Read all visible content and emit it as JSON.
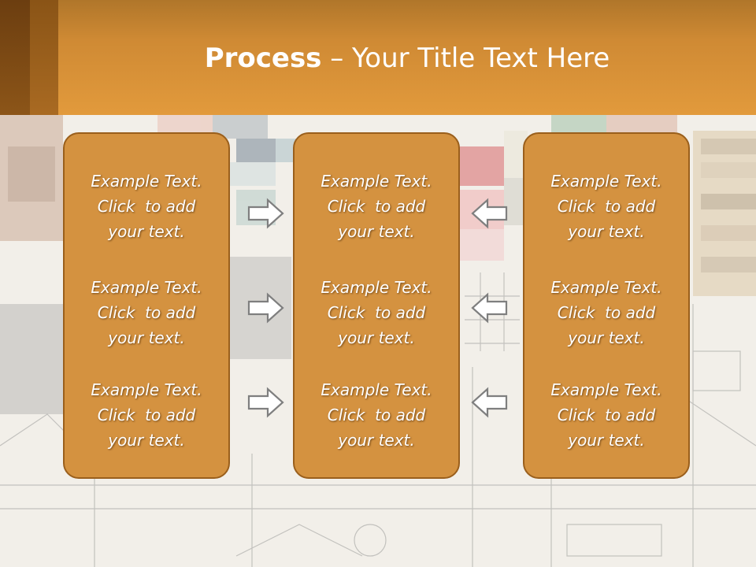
{
  "slide": {
    "title_bold": "Process",
    "title_rest": " – Your Title Text Here"
  },
  "columns": [
    {
      "items": [
        {
          "lines": [
            "Example Text.",
            "Click  to add",
            "your text."
          ]
        },
        {
          "lines": [
            "Example Text.",
            "Click  to add",
            "your text."
          ]
        },
        {
          "lines": [
            "Example Text.",
            "Click  to add",
            "your text."
          ]
        }
      ]
    },
    {
      "items": [
        {
          "lines": [
            "Example Text.",
            "Click  to add",
            "your text."
          ]
        },
        {
          "lines": [
            "Example Text.",
            "Click  to add",
            "your text."
          ]
        },
        {
          "lines": [
            "Example Text.",
            "Click  to add",
            "your text."
          ]
        }
      ]
    },
    {
      "items": [
        {
          "lines": [
            "Example Text.",
            "Click  to add",
            "your text."
          ]
        },
        {
          "lines": [
            "Example Text.",
            "Click  to add",
            "your text."
          ]
        },
        {
          "lines": [
            "Example Text.",
            "Click  to add",
            "your text."
          ]
        }
      ]
    }
  ],
  "arrows": {
    "left_group": "arrow-right-icon",
    "right_group": "arrow-left-icon"
  },
  "colors": {
    "header": "#d58f38",
    "box_fill": "#d49240",
    "box_border": "#9a5f1c"
  }
}
